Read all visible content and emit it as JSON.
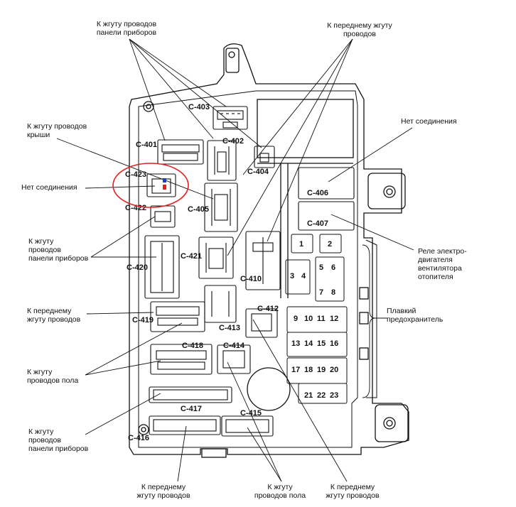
{
  "labels": {
    "top_left": [
      "К жгуту проводов",
      "панели приборов"
    ],
    "top_right": [
      "К переднему жгуту",
      "проводов"
    ],
    "roof": [
      "К жгуту проводов",
      "крыши"
    ],
    "no_conn_left": "Нет соединения",
    "no_conn_right": "Нет соединения",
    "panel_left": [
      "К жгуту",
      "проводов",
      "панели приборов"
    ],
    "front_left": [
      "К переднему",
      "жгуту проводов"
    ],
    "floor_left": [
      "К жгуту",
      "проводов пола"
    ],
    "panel_bottom_left": [
      "К жгуту",
      "проводов",
      "панели приборов"
    ],
    "relay": [
      "Реле электро-",
      "двигателя",
      "вентилятора",
      "отопителя"
    ],
    "fuse": [
      "Плавкий",
      "предохранитель"
    ],
    "bottom_front_1": [
      "К переднему",
      "жгуту проводов"
    ],
    "bottom_floor": [
      "К жгуту",
      "проводов пола"
    ],
    "bottom_front_2": [
      "К переднему",
      "жгуту проводов"
    ]
  },
  "connectors": {
    "c401": "C-401",
    "c402": "C-402",
    "c403": "C-403",
    "c404": "C-404",
    "c405": "C-405",
    "c406": "C-406",
    "c407": "C-407",
    "c410": "C-410",
    "c412": "C-412",
    "c413": "C-413",
    "c414": "C-414",
    "c415": "C-415",
    "c416": "C-416",
    "c417": "C-417",
    "c418": "C-418",
    "c419": "C-419",
    "c420": "C-420",
    "c421": "C-421",
    "c422": "C-422",
    "c423": "C-423"
  },
  "fuses": [
    "1",
    "2",
    "3",
    "4",
    "5",
    "6",
    "7",
    "8",
    "9",
    "10",
    "11",
    "12",
    "13",
    "14",
    "15",
    "16",
    "17",
    "18",
    "19",
    "20",
    "21",
    "22",
    "23"
  ],
  "colors": {
    "highlight_circle": "#e02020",
    "marker_blue": "#1a3fcc",
    "marker_red": "#e02020"
  }
}
